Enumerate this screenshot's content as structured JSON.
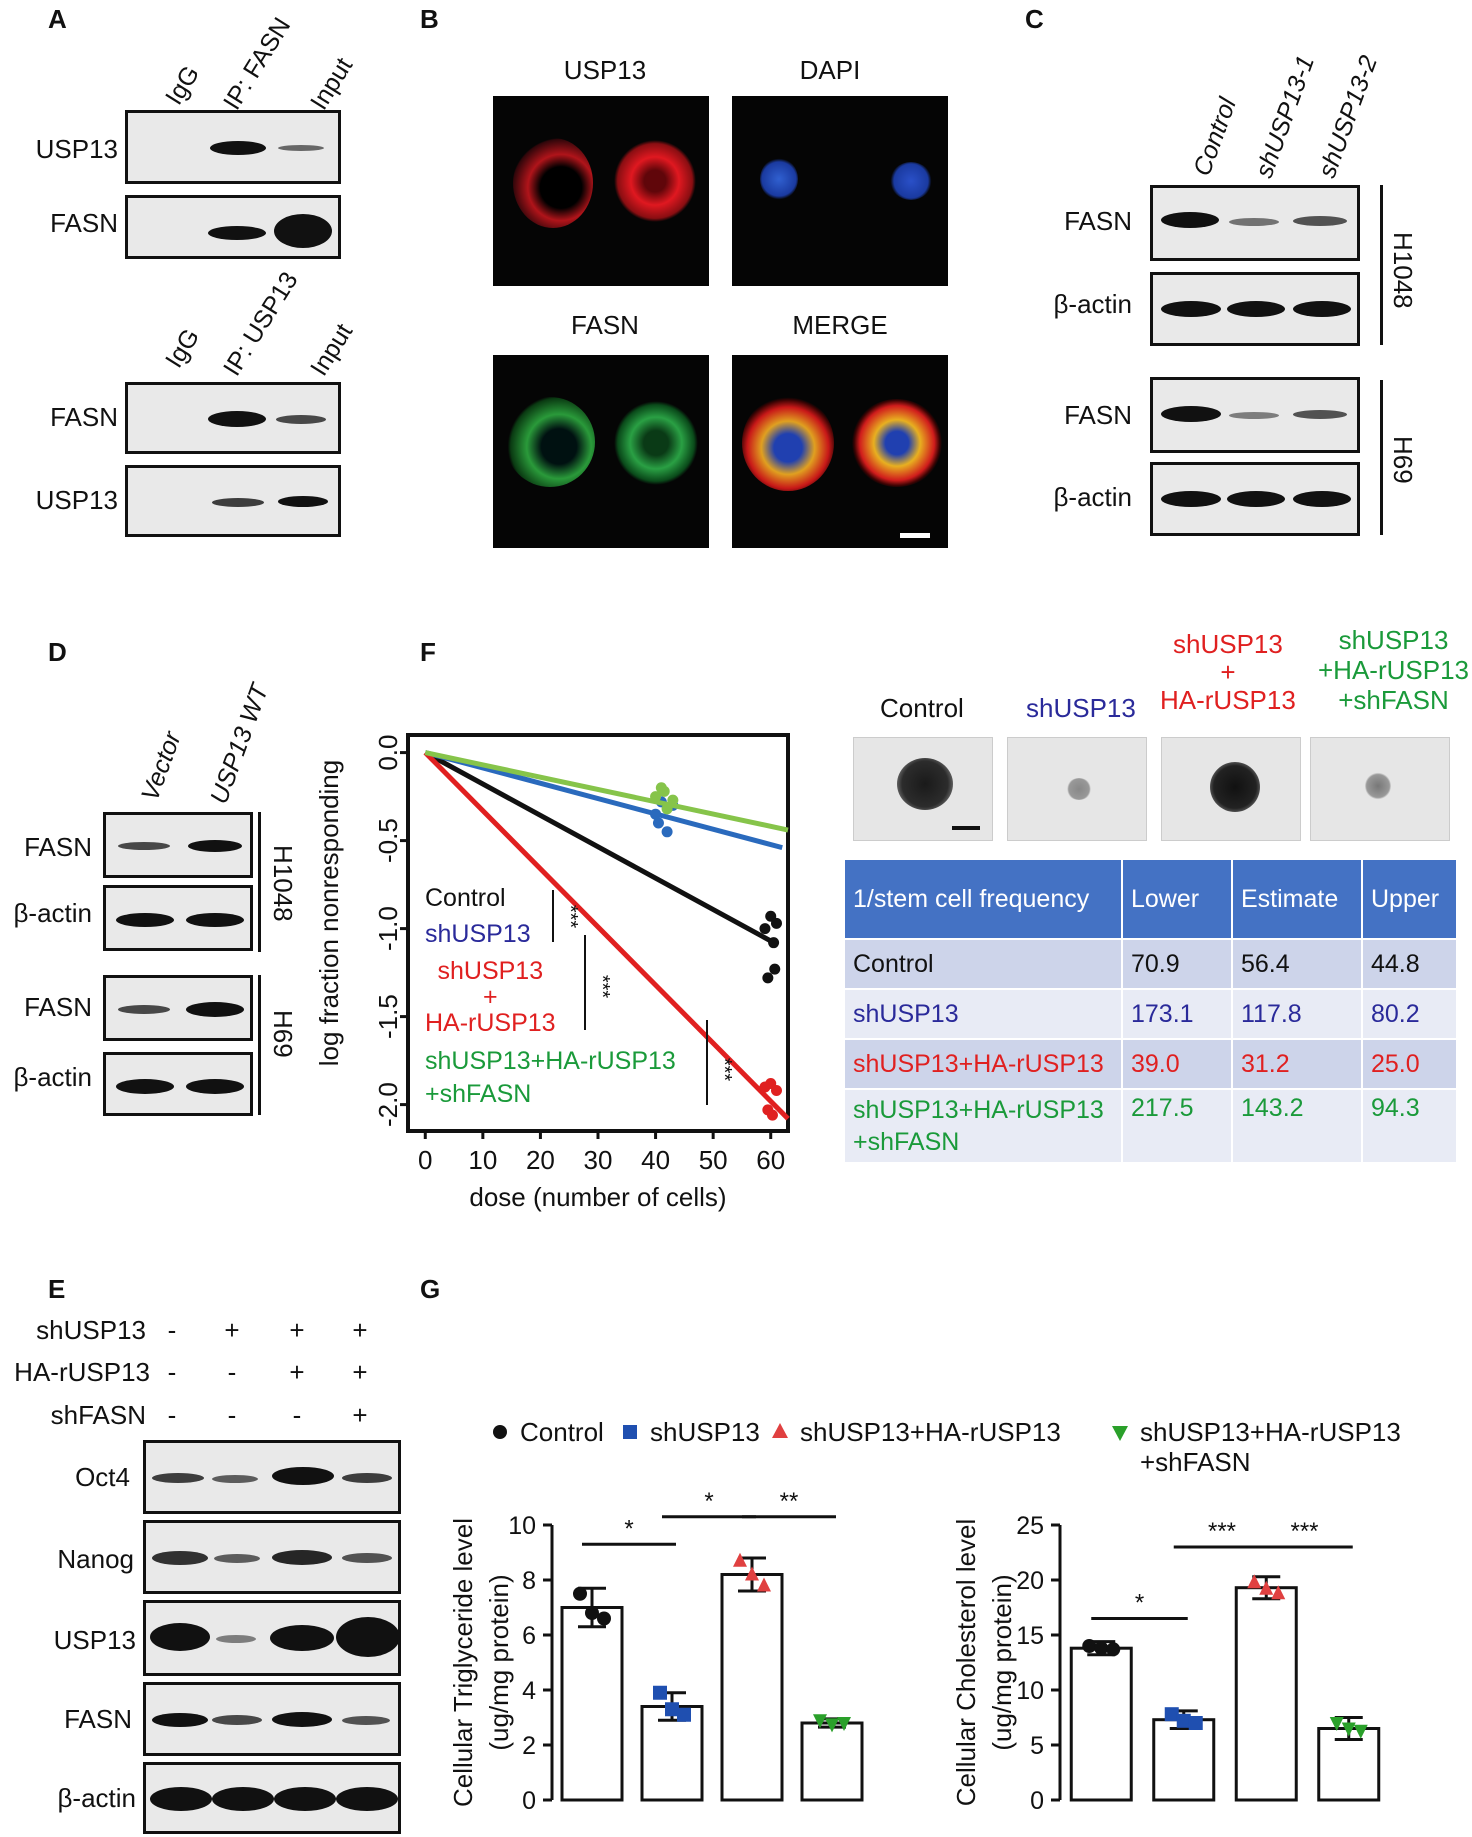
{
  "panels": {
    "A": "A",
    "B": "B",
    "C": "C",
    "D": "D",
    "E": "E",
    "F": "F",
    "G": "G"
  },
  "panelA": {
    "top": {
      "lanes": [
        "IgG",
        "IP: FASN",
        "Input"
      ],
      "rows": [
        "USP13",
        "FASN"
      ]
    },
    "bottom": {
      "lanes": [
        "IgG",
        "IP: USP13",
        "Input"
      ],
      "rows": [
        "FASN",
        "USP13"
      ]
    }
  },
  "panelB": {
    "titles": [
      "USP13",
      "DAPI",
      "FASN",
      "MERGE"
    ]
  },
  "panelC": {
    "lanes": [
      "Control",
      "shUSP13-1",
      "shUSP13-2"
    ],
    "rows": [
      "FASN",
      "β-actin",
      "FASN",
      "β-actin"
    ],
    "cells": [
      "H1048",
      "H69"
    ]
  },
  "panelD": {
    "lanes": [
      "Vector",
      "USP13 WT"
    ],
    "rows": [
      "FASN",
      "β-actin",
      "FASN",
      "β-actin"
    ],
    "cells": [
      "H1048",
      "H69"
    ]
  },
  "panelE": {
    "conditions": [
      {
        "label": "shUSP13",
        "signs": [
          "-",
          "+",
          "+",
          "+"
        ]
      },
      {
        "label": "HA-rUSP13",
        "signs": [
          "-",
          "-",
          "+",
          "+"
        ]
      },
      {
        "label": "shFASN",
        "signs": [
          "-",
          "-",
          "-",
          "+"
        ]
      }
    ],
    "rows": [
      "Oct4",
      "Nanog",
      "USP13",
      "FASN",
      "β-actin"
    ]
  },
  "panelF": {
    "legend": [
      {
        "label": "Control",
        "color": "#111111"
      },
      {
        "label": "shUSP13",
        "color": "#2a2a9a"
      },
      {
        "label": "shUSP13\n+\nHA-rUSP13",
        "color": "#e02020"
      },
      {
        "label": "shUSP13+HA-rUSP13\n+shFASN",
        "color": "#1a9a3a"
      }
    ],
    "sig": [
      "***",
      "***",
      "***"
    ],
    "sphere_labels": [
      {
        "text": "Control",
        "color": "#111111"
      },
      {
        "text": "shUSP13",
        "color": "#2a2a9a"
      },
      {
        "text": "shUSP13\n+\nHA-rUSP13",
        "color": "#e02020"
      },
      {
        "text": "shUSP13\n+HA-rUSP13\n+shFASN",
        "color": "#1a9a3a"
      }
    ],
    "table": {
      "headers": [
        "1/stem cell frequency",
        "Lower",
        "Estimate",
        "Upper"
      ],
      "rows": [
        {
          "name": "Control",
          "lower": "70.9",
          "estimate": "56.4",
          "upper": "44.8",
          "color": "#111111"
        },
        {
          "name": "shUSP13",
          "lower": "173.1",
          "estimate": "117.8",
          "upper": "80.2",
          "color": "#2a2a9a"
        },
        {
          "name": "shUSP13+HA-rUSP13",
          "lower": "39.0",
          "estimate": "31.2",
          "upper": "25.0",
          "color": "#e02020"
        },
        {
          "name": "shUSP13+HA-rUSP13\n+shFASN",
          "lower": "217.5",
          "estimate": "143.2",
          "upper": "94.3",
          "color": "#1a9a3a"
        }
      ],
      "header_color": "#4472c4"
    }
  },
  "panelG": {
    "legend": [
      {
        "label": "Control",
        "color": "#111111",
        "marker": "circle"
      },
      {
        "label": "shUSP13",
        "color": "#1f4fb0",
        "marker": "square"
      },
      {
        "label": "shUSP13+HA-rUSP13",
        "color": "#e04040",
        "marker": "triangle-up"
      },
      {
        "label": "shUSP13+HA-rUSP13\n+shFASN",
        "color": "#2aa02a",
        "marker": "triangle-down"
      }
    ]
  },
  "chart_data": [
    {
      "type": "line",
      "xlabel": "dose (number of cells)",
      "ylabel": "log fraction nonresponding",
      "xlim": [
        -3,
        63
      ],
      "ylim": [
        -2.15,
        0.1
      ],
      "xticks": [
        0,
        10,
        20,
        30,
        40,
        50,
        60
      ],
      "yticks": [
        0.0,
        -0.5,
        -1.0,
        -1.5,
        -2.0
      ],
      "series": [
        {
          "name": "Control",
          "color": "#111111",
          "line": [
            [
              0,
              0
            ],
            [
              60,
              -1.07
            ]
          ],
          "points": [
            [
              59,
              -1.0
            ],
            [
              60,
              -0.93
            ],
            [
              60.5,
              -1.08
            ],
            [
              59.5,
              -1.28
            ],
            [
              60.7,
              -1.23
            ],
            [
              61,
              -0.97
            ]
          ]
        },
        {
          "name": "shUSP13",
          "color": "#2a6abd",
          "line": [
            [
              0,
              0
            ],
            [
              62,
              -0.54
            ]
          ],
          "points": [
            [
              40,
              -0.35
            ],
            [
              41,
              -0.28
            ],
            [
              42,
              -0.45
            ],
            [
              43,
              -0.3
            ],
            [
              40.5,
              -0.4
            ]
          ]
        },
        {
          "name": "shUSP13+HA-rUSP13",
          "color": "#e02020",
          "line": [
            [
              0,
              0
            ],
            [
              63,
              -2.08
            ]
          ],
          "points": [
            [
              59,
              -1.9
            ],
            [
              60,
              -1.88
            ],
            [
              61,
              -1.92
            ],
            [
              59.5,
              -2.03
            ],
            [
              60.3,
              -2.06
            ]
          ]
        },
        {
          "name": "shUSP13+HA-rUSP13+shFASN",
          "color": "#86c44a",
          "line": [
            [
              0,
              0
            ],
            [
              63,
              -0.44
            ]
          ],
          "points": [
            [
              41,
              -0.2
            ],
            [
              40,
              -0.25
            ],
            [
              42,
              -0.32
            ],
            [
              43,
              -0.27
            ],
            [
              41.5,
              -0.22
            ]
          ]
        }
      ]
    },
    {
      "type": "bar",
      "ylabel": "Cellular Triglyceride level\n(ug/mg protein)",
      "ylim": [
        0,
        10
      ],
      "yticks": [
        0,
        2,
        4,
        6,
        8,
        10
      ],
      "categories": [
        "Control",
        "shUSP13",
        "shUSP13+HA-rUSP13",
        "shUSP13+HA-rUSP13+shFASN"
      ],
      "values": [
        7.0,
        3.4,
        8.2,
        2.8
      ],
      "errors": [
        0.7,
        0.5,
        0.6,
        0.15
      ],
      "points": [
        [
          7.5,
          6.8,
          6.6
        ],
        [
          3.9,
          3.3,
          3.1
        ],
        [
          8.7,
          8.2,
          7.8
        ],
        [
          2.9,
          2.75,
          2.8
        ]
      ],
      "sig": [
        {
          "from": 0,
          "to": 1,
          "text": "*",
          "y": 9.3
        },
        {
          "from": 1,
          "to": 2,
          "text": "*",
          "y": 10.3
        },
        {
          "from": 2,
          "to": 3,
          "text": "**",
          "y": 10.3
        }
      ]
    },
    {
      "type": "bar",
      "ylabel": "Cellular Cholesterol level\n(ug/mg protein)",
      "ylim": [
        0,
        25
      ],
      "yticks": [
        0,
        5,
        10,
        15,
        20,
        25
      ],
      "categories": [
        "Control",
        "shUSP13",
        "shUSP13+HA-rUSP13",
        "shUSP13+HA-rUSP13+shFASN"
      ],
      "values": [
        13.8,
        7.3,
        19.3,
        6.5
      ],
      "errors": [
        0.6,
        0.8,
        1.0,
        1.0
      ],
      "points": [
        [
          14.0,
          13.8,
          13.7
        ],
        [
          7.8,
          7.2,
          7.0
        ],
        [
          19.8,
          19.2,
          18.8
        ],
        [
          7.0,
          6.5,
          6.3
        ]
      ],
      "sig": [
        {
          "from": 0,
          "to": 1,
          "text": "*",
          "y": 16.5
        },
        {
          "from": 1,
          "to": 2,
          "text": "***",
          "y": 23
        },
        {
          "from": 2,
          "to": 3,
          "text": "***",
          "y": 23
        }
      ]
    }
  ]
}
